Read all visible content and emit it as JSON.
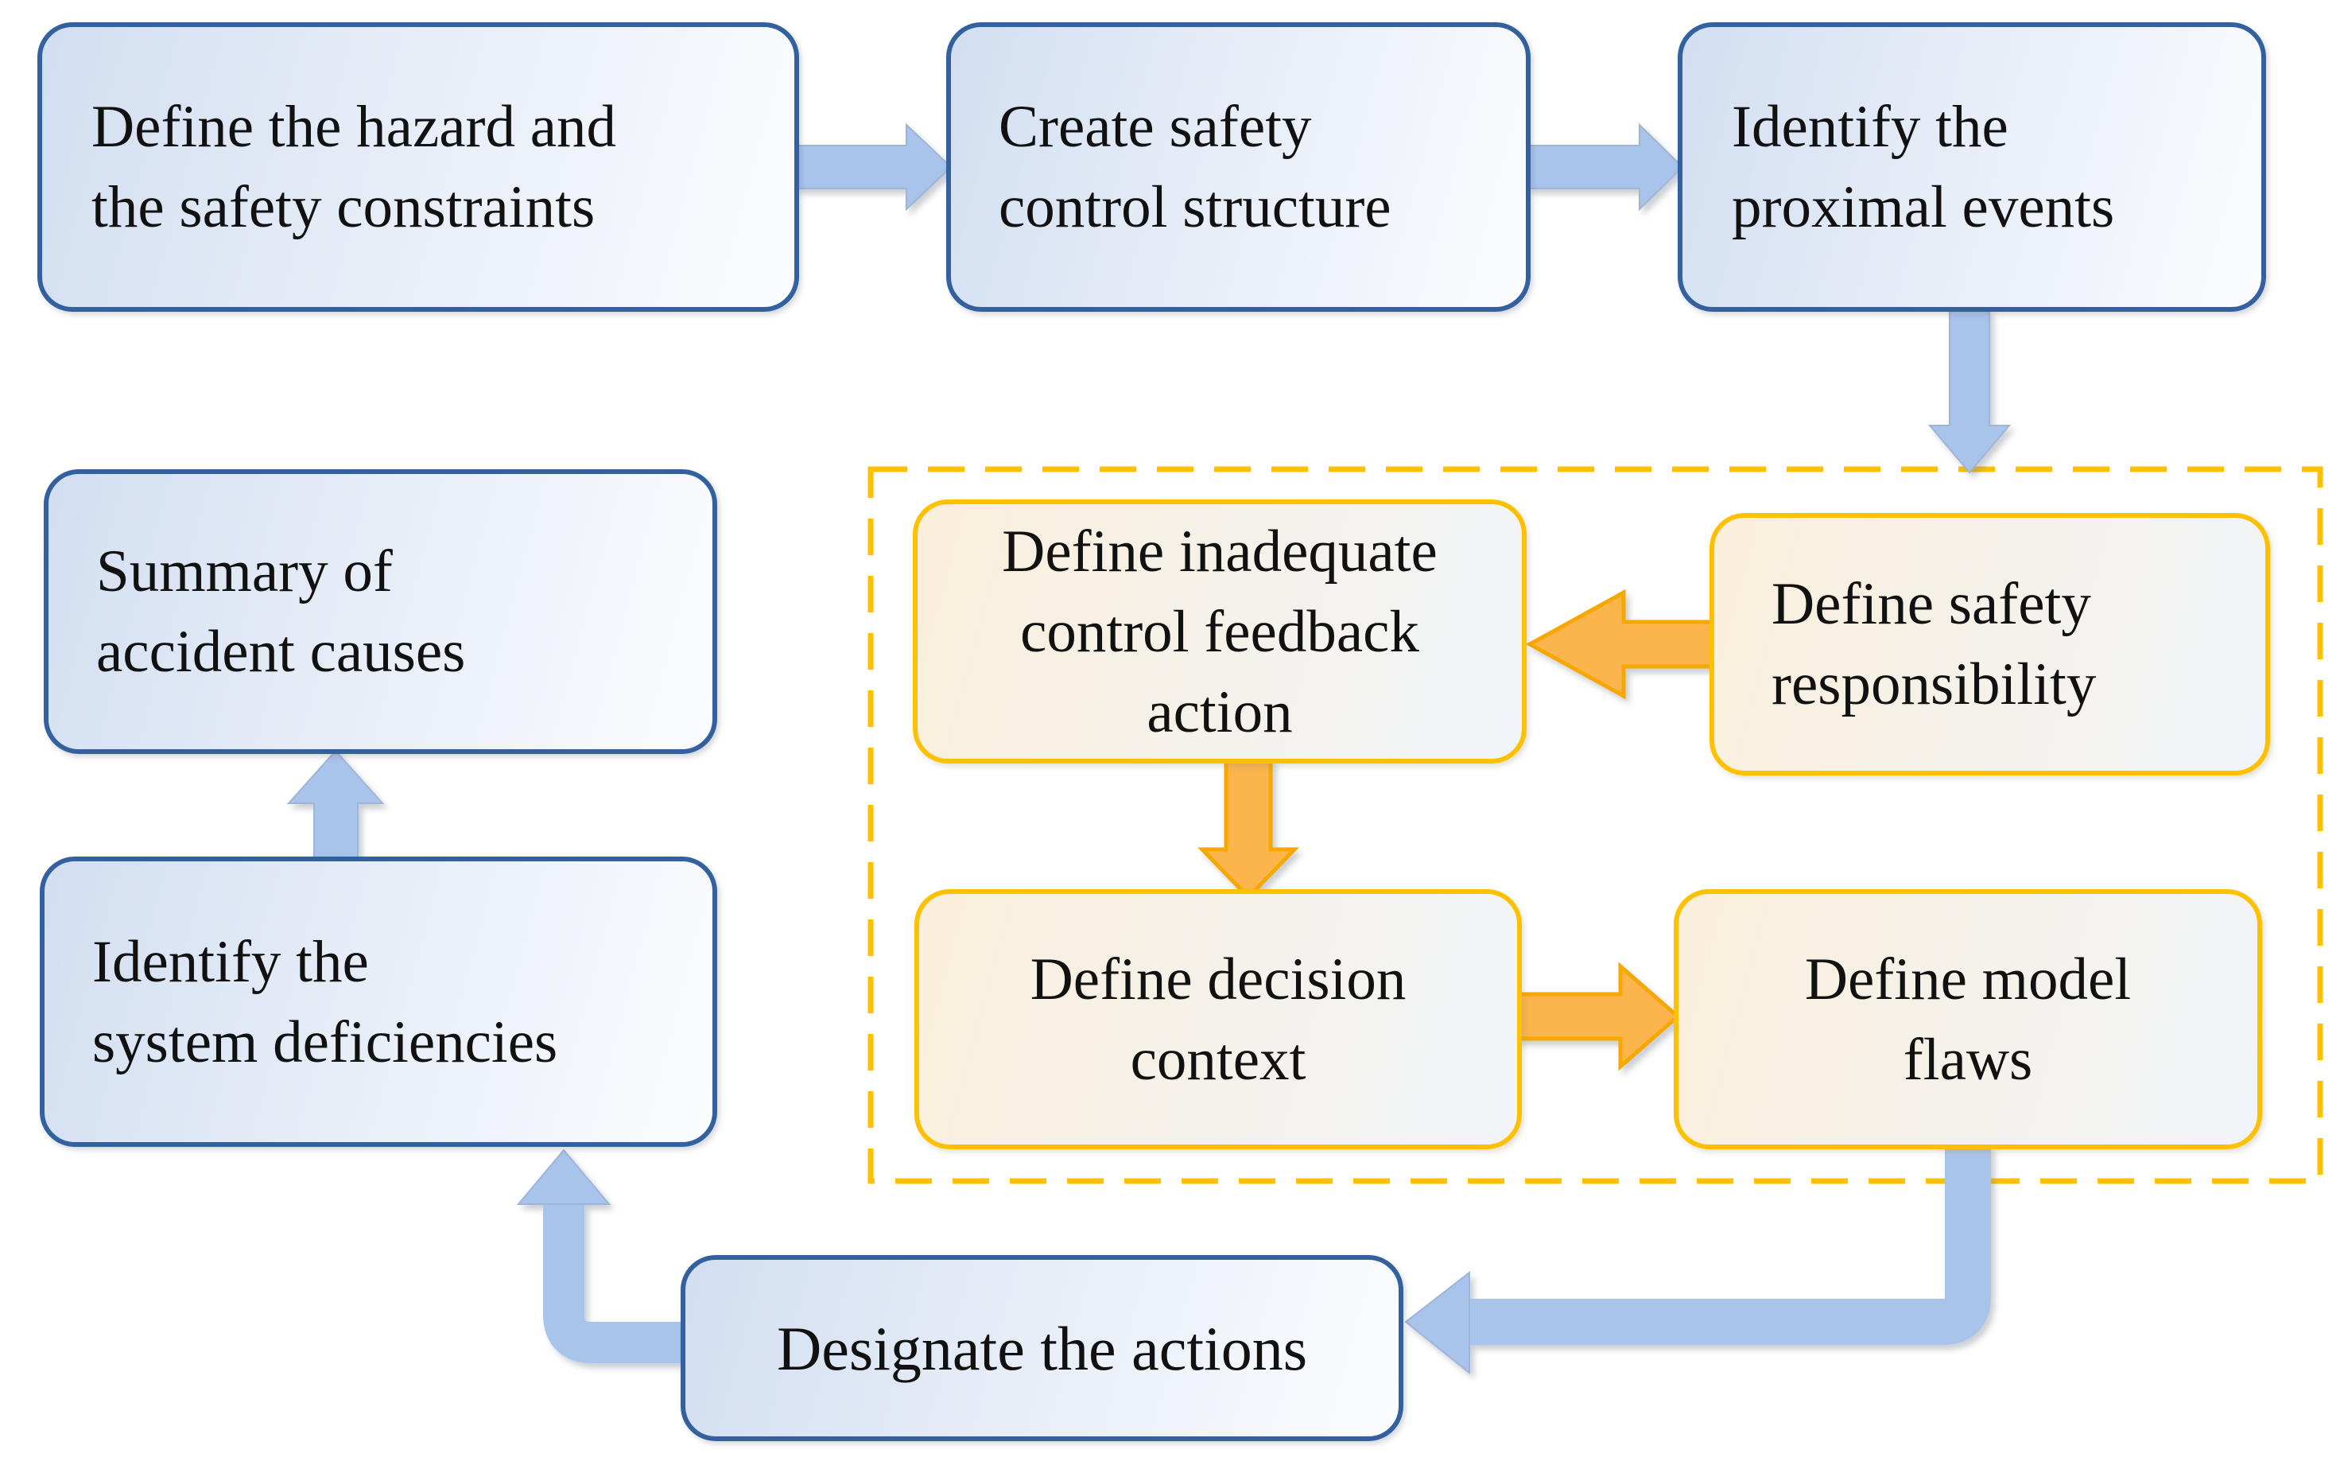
{
  "diagram": {
    "nodes": {
      "define_hazard": {
        "label": "Define the hazard and the safety constraints",
        "line1": "Define the hazard and",
        "line2": "the safety constraints"
      },
      "create_structure": {
        "label": "Create safety control structure",
        "line1": "Create safety",
        "line2": "control structure"
      },
      "identify_proximal": {
        "label": "Identify the proximal events",
        "line1": "Identify the",
        "line2": "proximal events"
      },
      "summary_causes": {
        "label": "Summary of accident causes",
        "line1": "Summary of",
        "line2": "accident causes"
      },
      "identify_deficiencies": {
        "label": "Identify the system deficiencies",
        "line1": "Identify the",
        "line2": "system deficiencies"
      },
      "inadequate_control": {
        "label": "Define inadequate control feedback action",
        "line1": "Define inadequate",
        "line2": "control feedback",
        "line3": "action"
      },
      "safety_responsibility": {
        "label": "Define safety responsibility",
        "line1": "Define safety",
        "line2": "responsibility"
      },
      "decision_context": {
        "label": "Define decision context",
        "line1": "Define decision",
        "line2": "context"
      },
      "model_flaws": {
        "label": "Define model flaws",
        "line1": "Define model",
        "line2": "flaws"
      },
      "designate_actions": {
        "label": "Designate the actions",
        "line1": "Designate the actions"
      }
    },
    "edges": [
      {
        "from": "define_hazard",
        "to": "create_structure",
        "color": "blue"
      },
      {
        "from": "create_structure",
        "to": "identify_proximal",
        "color": "blue"
      },
      {
        "from": "identify_proximal",
        "to": "analysis_region",
        "color": "blue"
      },
      {
        "from": "safety_responsibility",
        "to": "inadequate_control",
        "color": "orange"
      },
      {
        "from": "inadequate_control",
        "to": "decision_context",
        "color": "orange"
      },
      {
        "from": "decision_context",
        "to": "model_flaws",
        "color": "orange"
      },
      {
        "from": "model_flaws",
        "to": "designate_actions",
        "color": "blue"
      },
      {
        "from": "designate_actions",
        "to": "identify_deficiencies",
        "color": "blue"
      },
      {
        "from": "identify_deficiencies",
        "to": "summary_causes",
        "color": "blue"
      }
    ],
    "colors": {
      "blue_node_border": "#33619F",
      "blue_node_fill_start": "#D2DEF1",
      "blue_node_fill_end": "#FBFCFE",
      "blue_arrow": "#A9C4EA",
      "orange_node_border": "#FFC000",
      "orange_node_fill_start": "#FAEFDB",
      "orange_node_fill_end": "#F1F5FA",
      "orange_arrow_fill": "#FCB44D",
      "orange_arrow_stroke": "#F7A800",
      "dashed_region_border": "#FFC000",
      "text": "#111111",
      "background": "#FFFFFF"
    }
  }
}
